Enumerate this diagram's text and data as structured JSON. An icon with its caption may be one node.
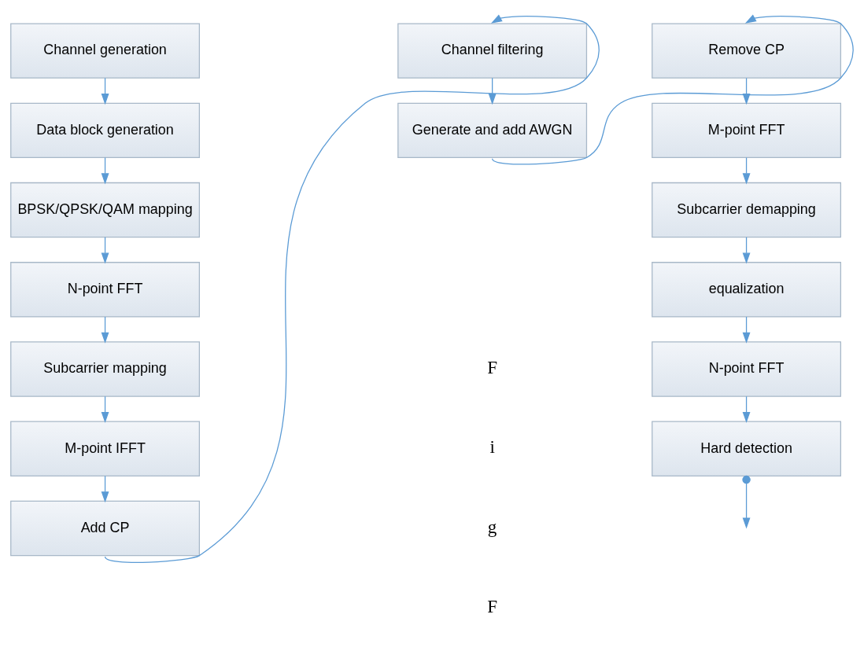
{
  "diagram": {
    "nodes": [
      {
        "text": [
          "Channel generation"
        ]
      },
      {
        "text": [
          "Data block generation"
        ]
      },
      {
        "text": [
          "BPSK/QPSK/QAM mapping"
        ]
      },
      {
        "text": [
          "N-point FFT"
        ]
      },
      {
        "text": [
          "Subcarrier mapping"
        ]
      },
      {
        "text": [
          "M-point IFFT"
        ]
      },
      {
        "text": [
          "Add CP"
        ]
      },
      {
        "text": [
          "Channel filtering"
        ]
      },
      {
        "text": [
          "Generate and add AWGN"
        ]
      },
      {
        "text": [
          "Remove CP"
        ]
      },
      {
        "text": [
          "M-point FFT"
        ]
      },
      {
        "text": [
          "Subcarrier demapping"
        ]
      },
      {
        "text": [
          "equalization"
        ]
      },
      {
        "text": [
          "N-point FFT"
        ]
      },
      {
        "text": [
          "Hard detection"
        ]
      }
    ],
    "edges": [
      {
        "from": 0,
        "to": 1,
        "arrow": "to"
      },
      {
        "from": 1,
        "to": 2,
        "arrow": "to"
      },
      {
        "from": 2,
        "to": 3,
        "arrow": "to"
      },
      {
        "from": 3,
        "to": 4,
        "arrow": "to"
      },
      {
        "from": 4,
        "to": 5,
        "arrow": "to"
      },
      {
        "from": 5,
        "to": 6,
        "arrow": "to"
      },
      {
        "from": 6,
        "to": 7,
        "arrow": "to"
      },
      {
        "from": 7,
        "to": 8,
        "arrow": "to"
      },
      {
        "from": 8,
        "to": 9,
        "arrow": "to"
      },
      {
        "from": 9,
        "to": 10,
        "arrow": "to"
      },
      {
        "from": 10,
        "to": 11,
        "arrow": "to"
      },
      {
        "from": 11,
        "to": 12,
        "arrow": "to"
      },
      {
        "from": 12,
        "to": 13,
        "arrow": "to"
      },
      {
        "from": 13,
        "to": 14,
        "arrow": "to"
      },
      {
        "from": 14,
        "to": null,
        "arrow": "to"
      }
    ],
    "labels": [
      "F",
      "i",
      "g",
      "F"
    ]
  }
}
